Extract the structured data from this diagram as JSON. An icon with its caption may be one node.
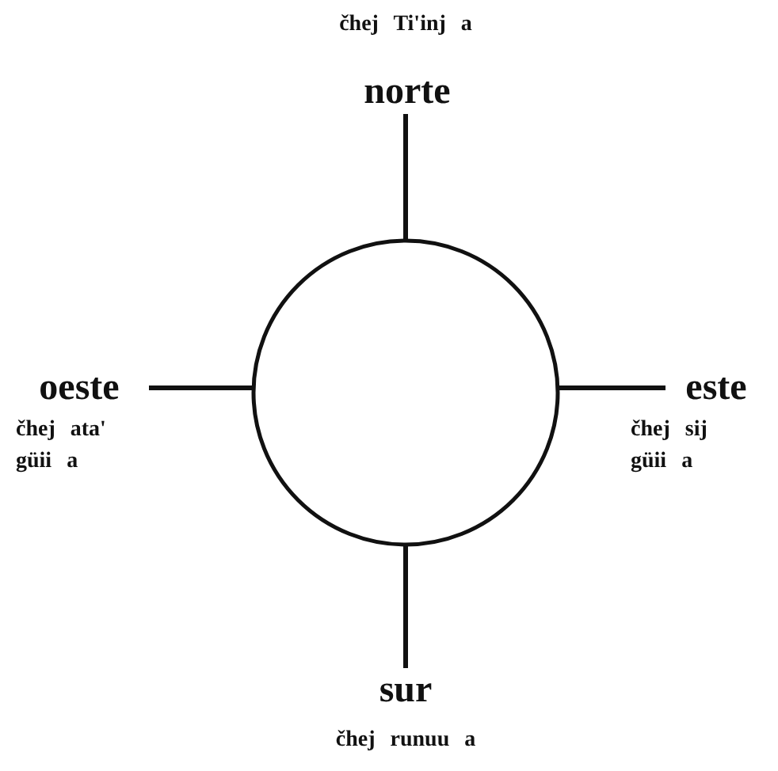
{
  "diagram": {
    "nodes": [
      {
        "text": [
          "norte"
        ],
        "beside": [
          "čhej Ti'inj a"
        ]
      },
      {
        "text": [
          "oeste"
        ],
        "beside": [
          "čhej ata' güii a"
        ]
      },
      {
        "text": [],
        "shape": "circle"
      },
      {
        "text": [
          "este"
        ],
        "beside": [
          "čhej sij güii a"
        ]
      },
      {
        "text": [
          "sur"
        ],
        "beside": [
          "čhej runuu a"
        ]
      }
    ],
    "edges": [
      {
        "from": 2,
        "to": 0,
        "arrow": "none"
      },
      {
        "from": 2,
        "to": 1,
        "arrow": "none"
      },
      {
        "from": 2,
        "to": 3,
        "arrow": "none"
      },
      {
        "from": 2,
        "to": 4,
        "arrow": "none"
      }
    ]
  }
}
